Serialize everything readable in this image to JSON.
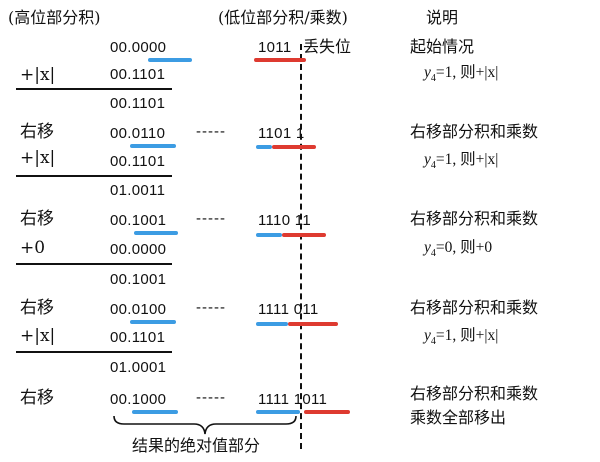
{
  "headers": {
    "high": "(高位部分积)",
    "low": "(低位部分积/乘数)",
    "note": "说明"
  },
  "rows": {
    "r0_high": "00.0000",
    "r0_low": "1011",
    "r0_lost": "丢失位",
    "r0_note": "起始情况",
    "r0_cond_rest": "=1, 则+|x|",
    "r1_op": "+|x|",
    "r1_high": "00.1101",
    "r2_high": "00.1101",
    "r3_op": "右移",
    "r3_high": "00.0110",
    "r3_low": "1101 1",
    "r3_note": "右移部分积和乘数",
    "r4_op": "+|x|",
    "r4_high": "00.1101",
    "r4_cond_rest": "=1, 则+|x|",
    "r5_high": "01.0011",
    "r6_op": "右移",
    "r6_high": "00.1001",
    "r6_low": "1110 11",
    "r6_note": "右移部分积和乘数",
    "r7_op": "+0",
    "r7_high": "00.0000",
    "r7_cond_rest": "=0, 则+0",
    "r8_high": "00.1001",
    "r9_op": "右移",
    "r9_high": "00.0100",
    "r9_low": "1111 011",
    "r9_note": "右移部分积和乘数",
    "r10_op": "+|x|",
    "r10_high": "00.1101",
    "r10_cond_rest": "=1, 则+|x|",
    "r11_high": "01.0001",
    "r12_op": "右移",
    "r12_high": "00.1000",
    "r12_low": "1111 1011",
    "r12_note": "右移部分积和乘数",
    "r13_note": "乘数全部移出"
  },
  "cond_var": "y",
  "cond_sub": "4",
  "dashes": "-----",
  "footer": "结果的绝对值部分",
  "colors": {
    "blue": "#3c9ce3",
    "red": "#de3a30",
    "ink": "#111111"
  }
}
